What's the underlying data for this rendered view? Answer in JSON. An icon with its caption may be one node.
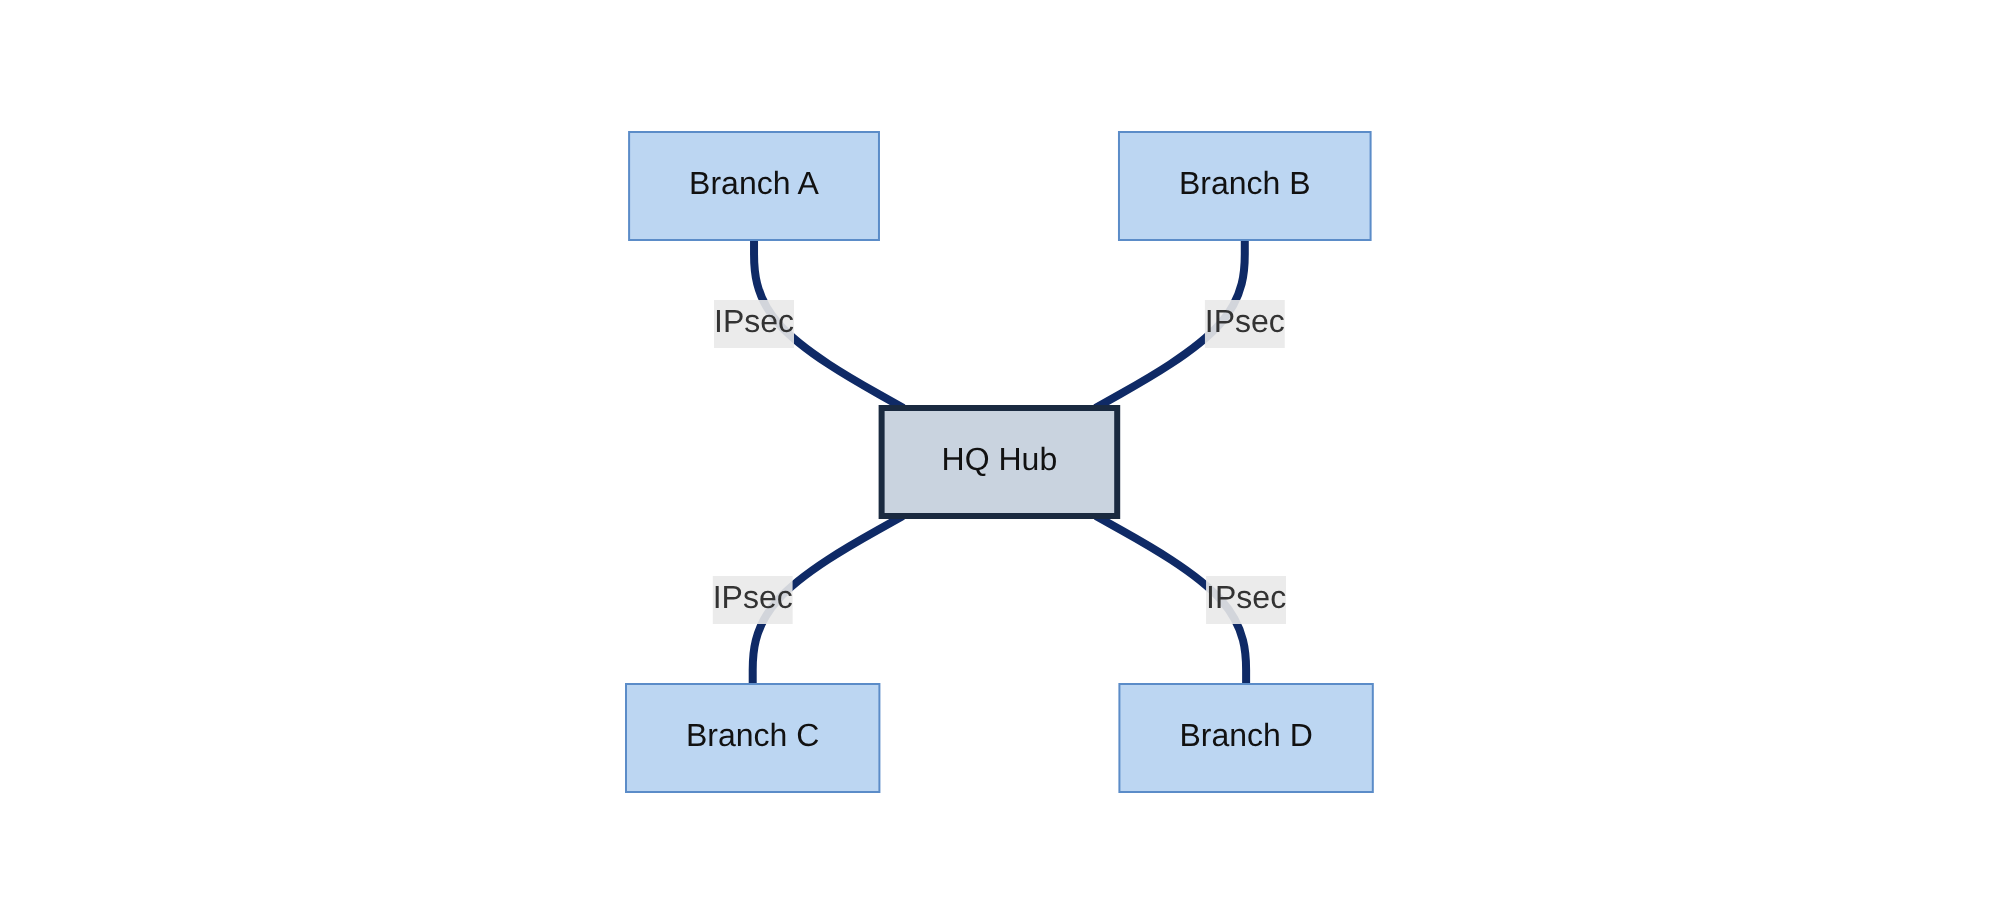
{
  "diagram": {
    "nodes": [
      {
        "text": [
          "Branch A"
        ]
      },
      {
        "text": [
          "Branch B"
        ]
      },
      {
        "text": [
          "HQ Hub"
        ]
      },
      {
        "text": [
          "Branch C"
        ]
      },
      {
        "text": [
          "Branch D"
        ]
      }
    ],
    "edges": [
      {
        "from": 0,
        "to": 2,
        "arrow": "none",
        "label": "IPsec"
      },
      {
        "from": 1,
        "to": 2,
        "arrow": "none",
        "label": "IPsec"
      },
      {
        "from": 2,
        "to": 3,
        "arrow": "none",
        "label": "IPsec"
      },
      {
        "from": 2,
        "to": 4,
        "arrow": "none",
        "label": "IPsec"
      }
    ]
  }
}
